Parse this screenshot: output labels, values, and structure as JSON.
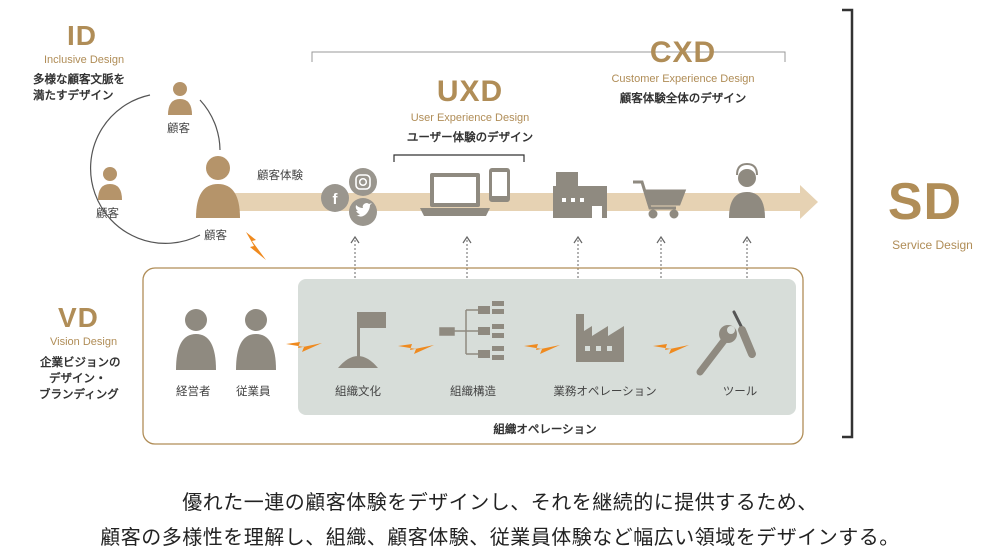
{
  "id": {
    "abbr": "ID",
    "english": "Inclusive Design",
    "desc_line1": "多様な顧客文脈を",
    "desc_line2": "満たすデザイン"
  },
  "customers": {
    "top": "顧客",
    "left": "顧客",
    "main": "顧客"
  },
  "journey": {
    "label": "顧客体験"
  },
  "uxd": {
    "abbr": "UXD",
    "english": "User Experience Design",
    "desc": "ユーザー体験のデザイン"
  },
  "cxd": {
    "abbr": "CXD",
    "english": "Customer Experience Design",
    "desc": "顧客体験全体のデザイン"
  },
  "sd": {
    "abbr": "SD",
    "english": "Service Design"
  },
  "vd": {
    "abbr": "VD",
    "english": "Vision Design",
    "desc_line1": "企業ビジョンの",
    "desc_line2": "デザイン・",
    "desc_line3": "ブランディング"
  },
  "people": {
    "management": "経営者",
    "employees": "従業員"
  },
  "org_items": {
    "culture": "組織文化",
    "structure": "組織構造",
    "operation": "業務オペレーション",
    "tools": "ツール"
  },
  "org_ops_label": "組織オペレーション",
  "bottom": {
    "line1": "優れた一連の顧客体験をデザインし、それを継続的に提供するため、",
    "line2": "顧客の多様性を理解し、組織、顧客体験、従業員体験など幅広い領域をデザインする。"
  },
  "colors": {
    "gold": "#b08d57",
    "figure": "#b5946a",
    "gray_figure": "#8f8a80",
    "panel": "#d7ddd9",
    "arrow": "#e6d2b3",
    "bolt": "#ef8a1f"
  }
}
